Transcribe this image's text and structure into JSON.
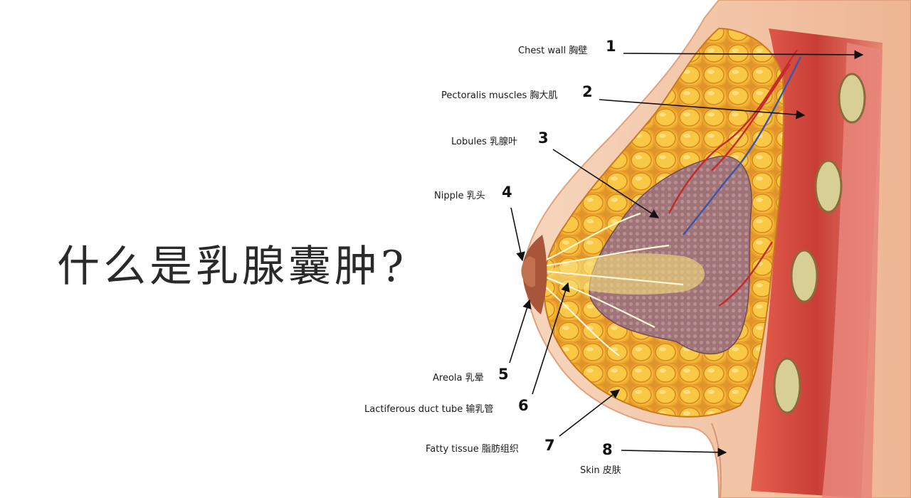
{
  "title": "什么是乳腺囊肿?",
  "labels": [
    {
      "number": "1",
      "text": "Chest wall 胸壁"
    },
    {
      "number": "2",
      "text": "Pectoralis muscles 胸大肌"
    },
    {
      "number": "3",
      "text": "Lobules 乳腺叶"
    },
    {
      "number": "4",
      "text": "Nipple 乳头"
    },
    {
      "number": "5",
      "text": "Areola 乳晕"
    },
    {
      "number": "6",
      "text": "Lactiferous duct tube 输乳管"
    },
    {
      "number": "7",
      "text": "Fatty tissue 脂肪组织"
    },
    {
      "number": "8",
      "text": "Skin 皮肤"
    }
  ],
  "colors": {
    "skin": "#f2c9a8",
    "fat": "#f5b730",
    "gland": "#9a6f7a",
    "muscle": "#d9544a",
    "rib": "#d8cf96"
  }
}
